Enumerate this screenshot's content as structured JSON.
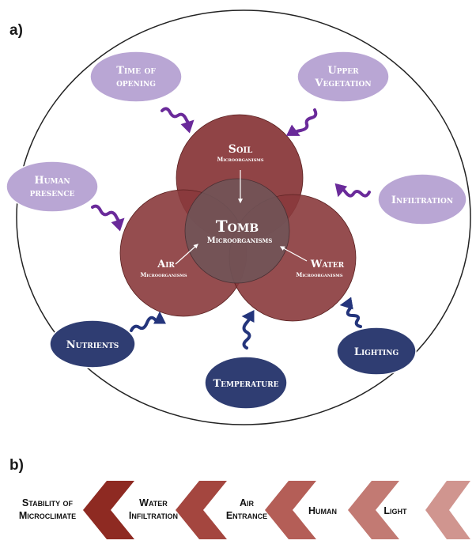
{
  "panel_a": {
    "label": "a)",
    "center": {
      "title": "Tomb",
      "subtitle": "Microorganisms"
    },
    "circles": [
      {
        "id": "soil",
        "title": "Soil",
        "subtitle": "Microorganisms"
      },
      {
        "id": "air",
        "title": "Air",
        "subtitle": "Microorganisms"
      },
      {
        "id": "water",
        "title": "Water",
        "subtitle": "Microorganisms"
      }
    ],
    "factors": [
      {
        "id": "time-of-opening",
        "lines": [
          "Time of",
          "opening"
        ],
        "color": "#b9a6d4"
      },
      {
        "id": "upper-vegetation",
        "lines": [
          "Upper",
          "Vegetation"
        ],
        "color": "#b9a6d4"
      },
      {
        "id": "human-presence",
        "lines": [
          "Human",
          "presence"
        ],
        "color": "#b9a6d4"
      },
      {
        "id": "infiltration",
        "lines": [
          "Infiltration"
        ],
        "color": "#b9a6d4"
      },
      {
        "id": "nutrients",
        "lines": [
          "Nutrients"
        ],
        "color": "#2f3d72"
      },
      {
        "id": "temperature",
        "lines": [
          "Temperature"
        ],
        "color": "#2f3d72"
      },
      {
        "id": "lighting",
        "lines": [
          "Lighting"
        ],
        "color": "#2f3d72"
      }
    ],
    "colors": {
      "circle": "#8a3a3c",
      "center": "#6f5458",
      "purple_arrow": "#6a2a9a",
      "blue_arrow": "#24357c"
    }
  },
  "panel_b": {
    "label": "b)",
    "items": [
      {
        "lines": [
          "Stability of",
          "Microclimate"
        ]
      },
      {
        "lines": [
          "Water",
          "Infiltration"
        ]
      },
      {
        "lines": [
          "Air",
          "Entrance"
        ]
      },
      {
        "lines": [
          "Human"
        ]
      },
      {
        "lines": [
          "Light"
        ]
      }
    ],
    "chevron_colors": [
      "#8e2a22",
      "#a4463f",
      "#b45e57",
      "#c27a73",
      "#d0958f"
    ]
  }
}
